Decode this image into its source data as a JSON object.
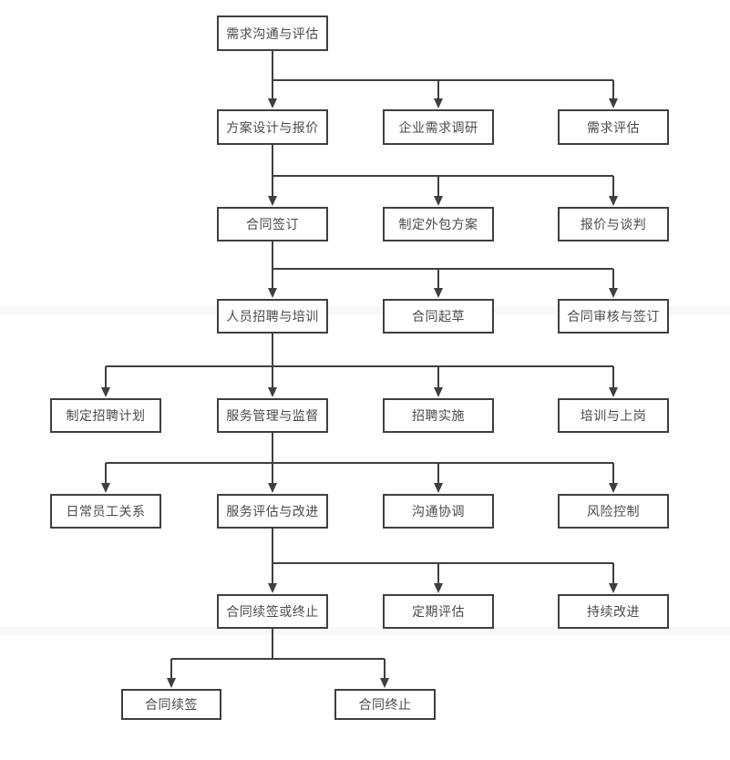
{
  "diagram": {
    "type": "flowchart",
    "language": "zh-CN",
    "nodes": {
      "needs_communication_assessment": {
        "label": "需求沟通与评估"
      },
      "solution_design_quotation": {
        "label": "方案设计与报价"
      },
      "enterprise_needs_research": {
        "label": "企业需求调研"
      },
      "needs_assessment": {
        "label": "需求评估"
      },
      "contract_signing": {
        "label": "合同签订"
      },
      "outsourcing_plan_development": {
        "label": "制定外包方案"
      },
      "quotation_negotiation": {
        "label": "报价与谈判"
      },
      "recruitment_and_training": {
        "label": "人员招聘与培训"
      },
      "contract_drafting": {
        "label": "合同起草"
      },
      "contract_review_signing": {
        "label": "合同审核与签订"
      },
      "recruitment_plan": {
        "label": "制定招聘计划"
      },
      "service_management_supervision": {
        "label": "服务管理与监督"
      },
      "recruitment_implementation": {
        "label": "招聘实施"
      },
      "training_onboarding": {
        "label": "培训与上岗"
      },
      "daily_employee_relations": {
        "label": "日常员工关系"
      },
      "service_evaluation_improvement": {
        "label": "服务评估与改进"
      },
      "communication_coordination": {
        "label": "沟通协调"
      },
      "risk_control": {
        "label": "风险控制"
      },
      "contract_renewal_or_termination": {
        "label": "合同续签或终止"
      },
      "periodic_evaluation": {
        "label": "定期评估"
      },
      "continuous_improvement": {
        "label": "持续改进"
      },
      "contract_renewal": {
        "label": "合同续签"
      },
      "contract_termination": {
        "label": "合同终止"
      }
    },
    "edges": [
      {
        "from": "需求沟通与评估",
        "to": [
          "方案设计与报价",
          "企业需求调研",
          "需求评估"
        ]
      },
      {
        "from": "方案设计与报价",
        "to": [
          "合同签订",
          "制定外包方案",
          "报价与谈判"
        ]
      },
      {
        "from": "合同签订",
        "to": [
          "人员招聘与培训",
          "合同起草",
          "合同审核与签订"
        ]
      },
      {
        "from": "人员招聘与培训",
        "to": [
          "制定招聘计划",
          "服务管理与监督",
          "招聘实施",
          "培训与上岗"
        ]
      },
      {
        "from": "服务管理与监督",
        "to": [
          "日常员工关系",
          "服务评估与改进",
          "沟通协调",
          "风险控制"
        ]
      },
      {
        "from": "服务评估与改进",
        "to": [
          "合同续签或终止",
          "定期评估",
          "持续改进"
        ]
      },
      {
        "from": "合同续签或终止",
        "to": [
          "合同续签",
          "合同终止"
        ]
      }
    ],
    "colors": {
      "node_border": "#3f3f3f",
      "node_fill": "#ffffff",
      "edge_line": "#3f3f3f",
      "text": "#4a4a4a",
      "background": "#ffffff"
    }
  }
}
